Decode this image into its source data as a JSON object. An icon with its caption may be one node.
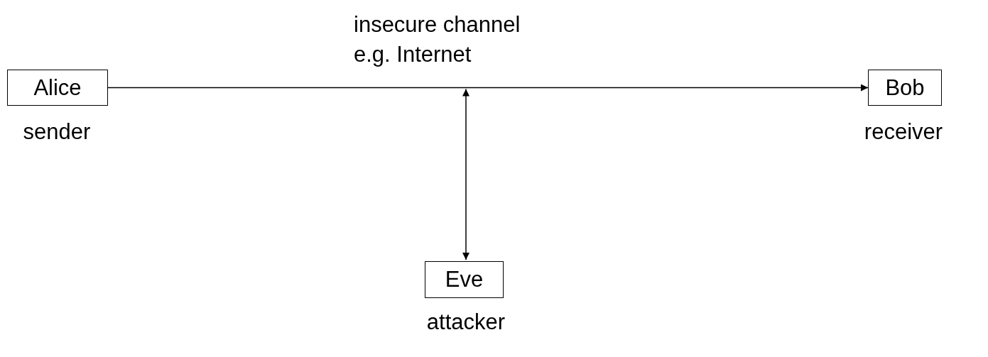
{
  "diagram": {
    "nodes": [
      {
        "text": [
          "Alice"
        ],
        "beside": [
          "sender"
        ]
      },
      {
        "text": [
          "Bob"
        ],
        "beside": [
          "receiver"
        ]
      },
      {
        "text": [
          "Eve"
        ],
        "beside": [
          "attacker"
        ]
      }
    ],
    "edges": [
      {
        "from": 0,
        "to": 1,
        "arrow": "to",
        "label": "insecure channel e.g. Internet"
      },
      {
        "from": 2,
        "to": null,
        "arrow": "both"
      }
    ]
  }
}
